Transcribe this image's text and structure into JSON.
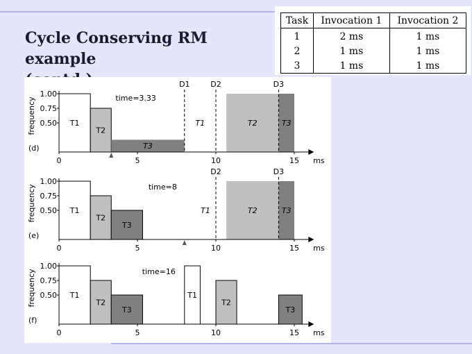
{
  "slide": {
    "title_line1": "Cycle Conserving RM example",
    "title_line2": "(contd.)"
  },
  "task_table": {
    "headers": [
      "Task",
      "Invocation 1",
      "Invocation 2"
    ],
    "rows": [
      [
        "1",
        "2 ms",
        "1 ms"
      ],
      [
        "2",
        "1 ms",
        "1 ms"
      ],
      [
        "3",
        "1 ms",
        "1 ms"
      ]
    ]
  },
  "colors": {
    "T1": "#ffffff",
    "T2": "#c0c0c0",
    "T3": "#808080",
    "slide_bg": "#e6e6fa"
  },
  "chart_data": [
    {
      "type": "schedule",
      "panel_label": "(d)",
      "annotation": "time=3.33",
      "ylabel": "frequency",
      "xunit": "ms",
      "xticks": [
        0,
        5,
        10,
        15
      ],
      "yticks": [
        "1.00",
        "0.75",
        "0.50"
      ],
      "xlim": [
        0,
        15.5
      ],
      "ylim": [
        0,
        1.0
      ],
      "deadlines": [
        {
          "label": "D1",
          "t": 8
        },
        {
          "label": "D2",
          "t": 10
        },
        {
          "label": "D3",
          "t": 14
        }
      ],
      "marker_t": 3.33,
      "blocks": [
        {
          "task": "T1",
          "start": 0,
          "end": 2,
          "freq": 1.0,
          "label": "T1"
        },
        {
          "task": "T2",
          "start": 2,
          "end": 3.33,
          "freq": 0.75,
          "label": "T2"
        },
        {
          "task": "T3",
          "start": 3.33,
          "end": 8,
          "freq": 0.21,
          "label": "T3",
          "planned": true
        },
        {
          "task": "T1",
          "start": 8,
          "end": 10,
          "freq": 1.0,
          "label": "T1",
          "planned": true
        },
        {
          "task": "T2",
          "start": 10.67,
          "end": 14,
          "freq": 1.0,
          "label": "T2",
          "planned": true
        },
        {
          "task": "T3",
          "start": 14,
          "end": 15,
          "freq": 1.0,
          "label": "T3",
          "planned": true
        }
      ]
    },
    {
      "type": "schedule",
      "panel_label": "(e)",
      "annotation": "time=8",
      "ylabel": "frequency",
      "xunit": "ms",
      "xticks": [
        0,
        5,
        10,
        15
      ],
      "yticks": [
        "1.00",
        "0.75",
        "0.50"
      ],
      "xlim": [
        0,
        15.5
      ],
      "ylim": [
        0,
        1.0
      ],
      "deadlines": [
        {
          "label": "D2",
          "t": 10
        },
        {
          "label": "D3",
          "t": 14
        }
      ],
      "marker_t": 8,
      "blocks": [
        {
          "task": "T1",
          "start": 0,
          "end": 2,
          "freq": 1.0,
          "label": "T1"
        },
        {
          "task": "T2",
          "start": 2,
          "end": 3.33,
          "freq": 0.75,
          "label": "T2"
        },
        {
          "task": "T3",
          "start": 3.33,
          "end": 5.33,
          "freq": 0.5,
          "label": "T3"
        },
        {
          "task": "T1",
          "start": 8,
          "end": 10.67,
          "freq": 1.0,
          "label": "T1",
          "planned": true
        },
        {
          "task": "T2",
          "start": 10.67,
          "end": 14,
          "freq": 1.0,
          "label": "T2",
          "planned": true
        },
        {
          "task": "T3",
          "start": 14,
          "end": 15,
          "freq": 1.0,
          "label": "T3",
          "planned": true
        }
      ]
    },
    {
      "type": "schedule",
      "panel_label": "(f)",
      "annotation": "time=16",
      "ylabel": "frequency",
      "xunit": "ms",
      "xticks": [
        0,
        5,
        10,
        15
      ],
      "yticks": [
        "1.00",
        "0.75",
        "0.50"
      ],
      "xlim": [
        0,
        15.5
      ],
      "ylim": [
        0,
        1.0
      ],
      "deadlines": [],
      "marker_t": null,
      "blocks": [
        {
          "task": "T1",
          "start": 0,
          "end": 2,
          "freq": 1.0,
          "label": "T1"
        },
        {
          "task": "T2",
          "start": 2,
          "end": 3.33,
          "freq": 0.75,
          "label": "T2"
        },
        {
          "task": "T3",
          "start": 3.33,
          "end": 5.33,
          "freq": 0.5,
          "label": "T3"
        },
        {
          "task": "T1",
          "start": 8,
          "end": 9,
          "freq": 1.0,
          "label": "T1"
        },
        {
          "task": "T2",
          "start": 10,
          "end": 11.33,
          "freq": 0.75,
          "label": "T2"
        },
        {
          "task": "T3",
          "start": 14,
          "end": 16,
          "freq": 0.5,
          "label": "T3"
        }
      ]
    }
  ]
}
